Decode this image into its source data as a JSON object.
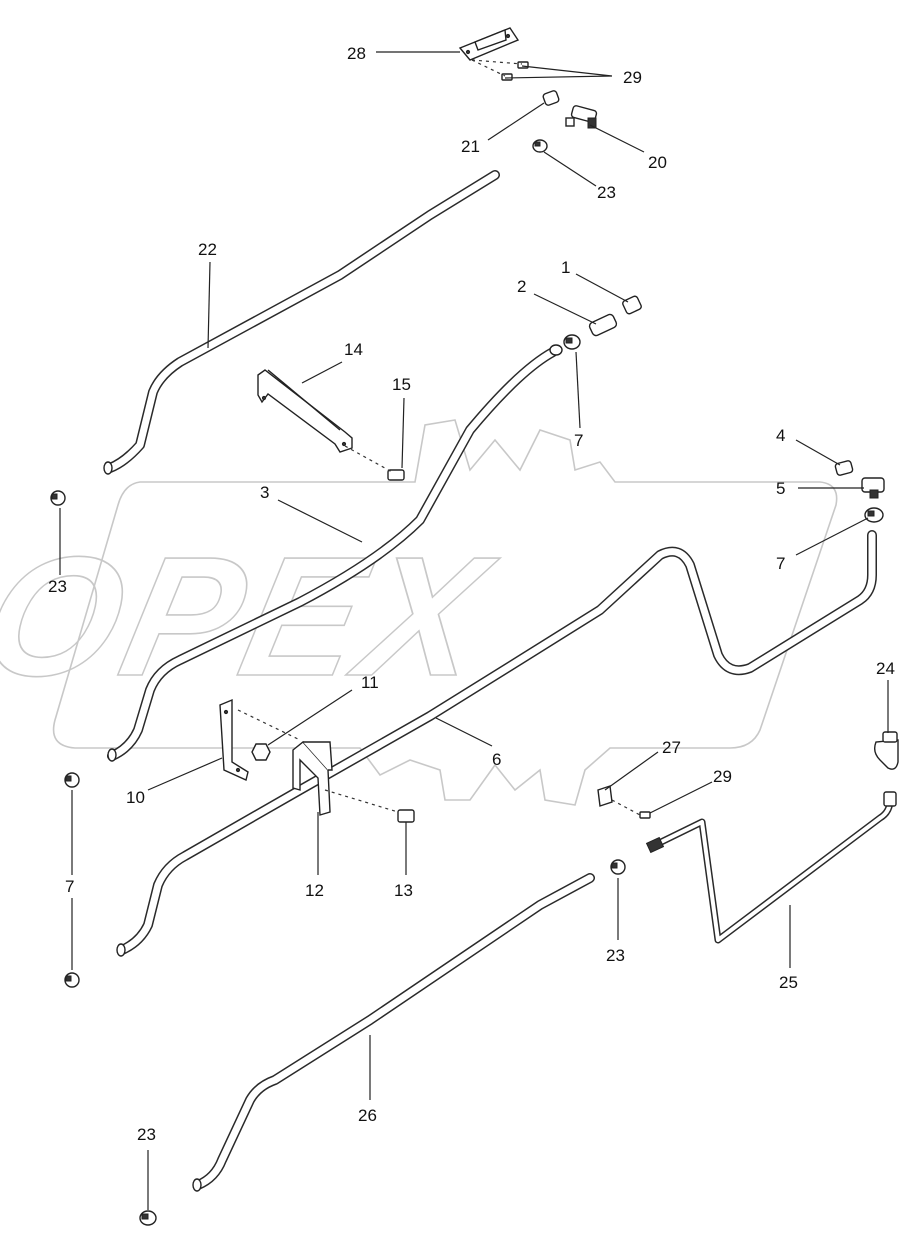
{
  "watermark": {
    "text": "OPEX"
  },
  "callouts": {
    "c1": "1",
    "c2": "2",
    "c3": "3",
    "c4": "4",
    "c5": "5",
    "c6": "6",
    "c7a": "7",
    "c7b": "7",
    "c7c": "7",
    "c10": "10",
    "c11": "11",
    "c12": "12",
    "c13": "13",
    "c14": "14",
    "c15": "15",
    "c20": "20",
    "c21": "21",
    "c22": "22",
    "c23a": "23",
    "c23b": "23",
    "c23c": "23",
    "c23d": "23",
    "c24": "24",
    "c25": "25",
    "c26": "26",
    "c27": "27",
    "c28": "28",
    "c29a": "29",
    "c29b": "29"
  },
  "colors": {
    "line": "#222222",
    "watermark": "#c8c8c8",
    "background": "#ffffff"
  }
}
